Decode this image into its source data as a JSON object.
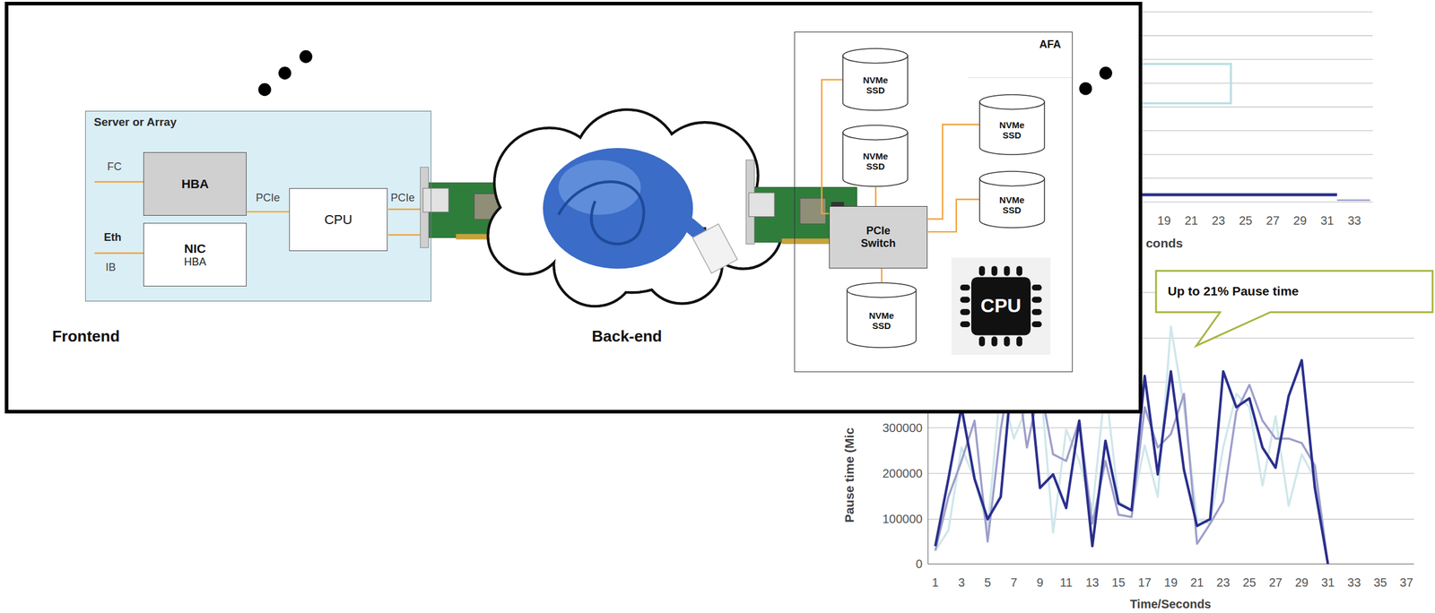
{
  "diagram": {
    "nodes": [
      {
        "text": [
          "Server or Array"
        ]
      },
      {
        "text": [
          "HBA"
        ],
        "in": 0
      },
      {
        "text": [
          "NIC",
          "HBA"
        ],
        "in": 0
      },
      {
        "text": [
          "CPU"
        ],
        "in": 0
      },
      {
        "text": [
          "AFA"
        ]
      },
      {
        "text": [
          "NVMe SSD"
        ],
        "in": 4
      },
      {
        "text": [
          "NVMe SSD"
        ],
        "in": 4
      },
      {
        "text": [
          "NVMe SSD"
        ],
        "in": 4
      },
      {
        "text": [
          "NVMe SSD"
        ],
        "in": 4
      },
      {
        "text": [
          "PCIe Switch"
        ],
        "in": 4
      },
      {
        "text": [
          "NVMe SSD"
        ],
        "in": 4
      },
      {
        "text": [
          "CPU"
        ],
        "in": 4
      },
      {
        "text": [
          "Up to 21% Pause time"
        ]
      }
    ],
    "edges": [
      {
        "from": 1,
        "to": 3,
        "label": "PCIe",
        "arrow": "none"
      },
      {
        "from": 9,
        "to": 5,
        "arrow": "none"
      },
      {
        "from": 9,
        "to": 6,
        "arrow": "none"
      },
      {
        "from": 9,
        "to": 7,
        "arrow": "none"
      },
      {
        "from": 9,
        "to": 8,
        "arrow": "none"
      },
      {
        "from": 9,
        "to": 10,
        "arrow": "none"
      }
    ],
    "labels": [
      "FC",
      "Eth",
      "IB",
      "PCIe",
      "Frontend",
      "Back-end",
      "19",
      "21",
      "23",
      "25",
      "27",
      "29",
      "31",
      "33",
      "conds",
      "Pause time (Mic",
      "300000",
      "200000",
      "100000",
      "0",
      "1",
      "3",
      "5",
      "7",
      "9",
      "11",
      "13",
      "15",
      "17",
      "19",
      "21",
      "23",
      "25",
      "27",
      "29",
      "31",
      "33",
      "35",
      "37",
      "Time/Seconds"
    ]
  }
}
